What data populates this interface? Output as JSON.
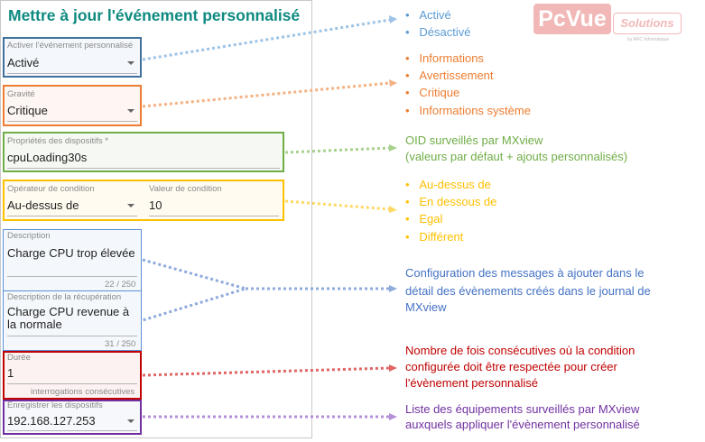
{
  "dialog": {
    "title": "Mettre à jour l'événement personnalisé",
    "enable": {
      "label": "Activer l'événement personnalisé",
      "value": "Activé"
    },
    "severity": {
      "label": "Gravité",
      "value": "Critique"
    },
    "properties": {
      "label": "Propriétés des dispositifs *",
      "value": "cpuLoading30s"
    },
    "operator": {
      "label": "Opérateur de condition",
      "value": "Au-dessus de"
    },
    "threshold": {
      "label": "Valeur de condition",
      "value": "10"
    },
    "description": {
      "label": "Description",
      "value": "Charge CPU trop élevée",
      "counter": "22 / 250"
    },
    "recovery": {
      "label": "Description de la récupération",
      "value": "Charge CPU revenue à la normale",
      "counter": "31 / 250"
    },
    "duration": {
      "label": "Durée",
      "value": "1",
      "hint": "interrogations consécutives"
    },
    "devices": {
      "label": "Enregistrer les dispositifs",
      "value": "192.168.127.253"
    }
  },
  "annotations": {
    "enable_options": [
      "Activé",
      "Désactivé"
    ],
    "severity_options": [
      "Informations",
      "Avertissement",
      "Critique",
      "Informations système"
    ],
    "properties_note": [
      "OID surveillés par MXview",
      "(valeurs par défaut + ajouts personnalisés)"
    ],
    "operator_options": [
      "Au-dessus de",
      "En dessous de",
      "Egal",
      "Différent"
    ],
    "description_note": [
      "Configuration des messages à ajouter dans le",
      "détail des évènements créés dans le journal de",
      "MXview"
    ],
    "duration_note": [
      "Nombre de fois consécutives où la condition",
      "configurée doit être respectée pour créer",
      "l'évènement personnalisé"
    ],
    "devices_note": [
      "Liste des équipements surveillés par MXview",
      "auxquels appliquer l'évènement personnalisé"
    ]
  },
  "logo": {
    "text": "PcVue",
    "sub": "Solutions",
    "by": "by ARC Informatique"
  },
  "colors": {
    "blue": "#41719c",
    "orange": "#ed7d31",
    "green": "#70ad47",
    "yellow": "#ffc000",
    "lightblue": "#5b9bd5",
    "desc_text": "#4472c4",
    "red": "#c00000",
    "purple": "#7030a0",
    "title": "#0e8a80"
  }
}
